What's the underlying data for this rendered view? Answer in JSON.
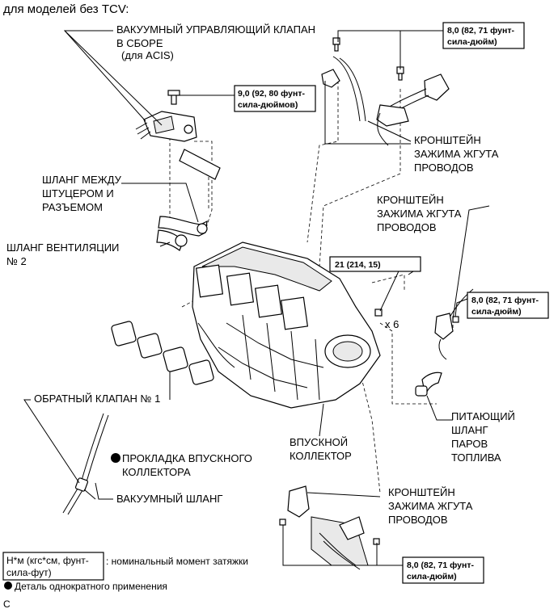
{
  "header": "для моделей без TCV:",
  "labels": {
    "vsv_line1": "ВАКУУМНЫЙ УПРАВЛЯЮЩИЙ КЛАПАН",
    "vsv_line2": "В СБОРЕ",
    "vsv_line3": "(для ACIS)",
    "bracket1_line1": "КРОНШТЕЙН",
    "bracket1_line2": "ЗАЖИМА ЖГУТА",
    "bracket1_line3": "ПРОВОДОВ",
    "hose_union_line1": "ШЛАНГ МЕЖДУ",
    "hose_union_line2": "ШТУЦЕРОМ И",
    "hose_union_line3": "РАЗЪЕМОМ",
    "bracket2_line1": "КРОНШТЕЙН",
    "bracket2_line2": "ЗАЖИМА ЖГУТА",
    "bracket2_line3": "ПРОВОДОВ",
    "vent_hose_line1": "ШЛАНГ ВЕНТИЛЯЦИИ",
    "vent_hose_line2": "№ 2",
    "x6": "x 6",
    "fuel_hose_line1": "ПИТАЮЩИЙ",
    "fuel_hose_line2": "ШЛАНГ",
    "fuel_hose_line3": "ПАРОВ",
    "fuel_hose_line4": "ТОПЛИВА",
    "check_valve": "ОБРАТНЫЙ КЛАПАН № 1",
    "intake_manifold_line1": "ВПУСКНОЙ",
    "intake_manifold_line2": "КОЛЛЕКТОР",
    "gasket_line1": "ПРОКЛАДКА ВПУСКНОГО",
    "gasket_line2": "КОЛЛЕКТОРА",
    "vacuum_hose": "ВАКУУМНЫЙ ШЛАНГ",
    "bracket3_line1": "КРОНШТЕЙН",
    "bracket3_line2": "ЗАЖИМА ЖГУТА",
    "bracket3_line3": "ПРОВОДОВ"
  },
  "torque": {
    "t1_line1": "8,0 (82, 71 фунт-",
    "t1_line2": "сила-дюйм)",
    "t2_line1": "9,0 (92, 80 фунт-",
    "t2_line2": "сила-дюймов)",
    "t3": "21 (214, 15)",
    "t4_line1": "8,0 (82, 71 фунт-",
    "t4_line2": "сила-дюйм)",
    "t5_line1": "8,0 (82, 71 фунт-",
    "t5_line2": "сила-дюйм)"
  },
  "legend": {
    "unit_line1": "Н*м (кгс*см, фунт-",
    "unit_line2": "сила-фут)",
    "unit_desc": ": номинальный момент затяжки",
    "nonreusable": "Деталь однократного применения"
  },
  "corner_mark": "C"
}
